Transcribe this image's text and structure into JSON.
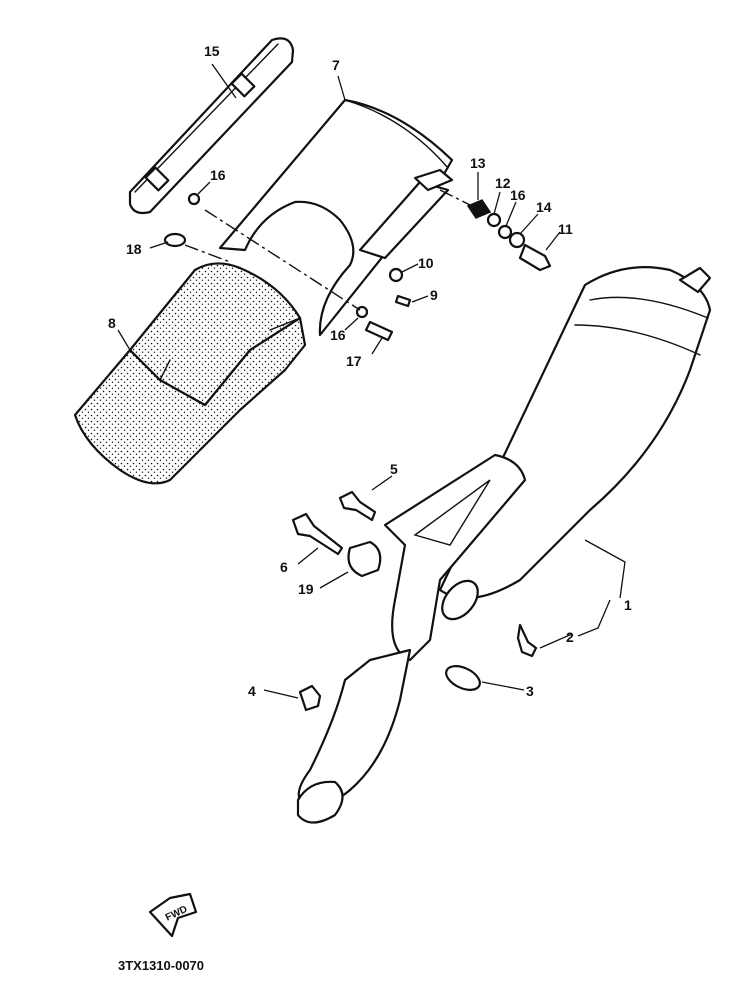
{
  "callouts": {
    "c1": "1",
    "c2": "2",
    "c3": "3",
    "c4": "4",
    "c5": "5",
    "c6": "6",
    "c7": "7",
    "c8": "8",
    "c9": "9",
    "c10": "10",
    "c11": "11",
    "c12": "12",
    "c13": "13",
    "c14": "14",
    "c15": "15",
    "c16a": "16",
    "c16b": "16",
    "c16c": "16",
    "c17": "17",
    "c18": "18",
    "c19": "19"
  },
  "fwd_label": "FWD",
  "diagram_code": "3TX1310-0070"
}
